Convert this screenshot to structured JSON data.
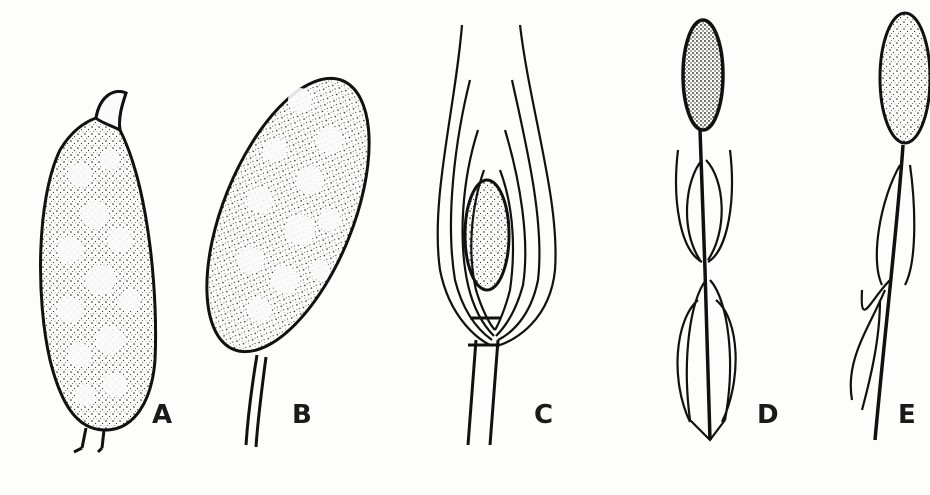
{
  "panels": [
    {
      "label": "A"
    },
    {
      "label": "B"
    },
    {
      "label": "C"
    },
    {
      "label": "D"
    },
    {
      "label": "E"
    }
  ],
  "colors": {
    "ink": "#1a1a1a",
    "paper": "#fdfdfc"
  }
}
